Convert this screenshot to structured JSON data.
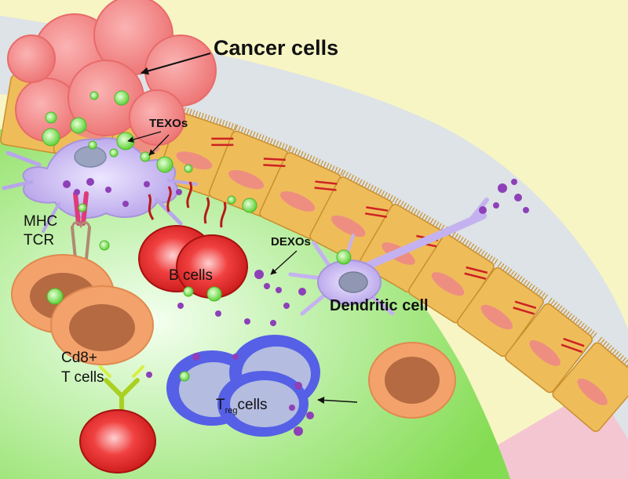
{
  "diagram": {
    "labels": {
      "cancer_cells": "Cancer cells",
      "texos": "TEXOs",
      "mhc": "MHC",
      "tcr": "TCR",
      "b_cells": "B cells",
      "dexos": "DEXOs",
      "dendritic_cell": "Dendritic cell",
      "cd8_line1": "Cd8+",
      "cd8_line2": "T cells",
      "treg_main": "T",
      "treg_sub": "reg",
      "treg_suffix": "cells"
    },
    "colors": {
      "background": "#f7f5c4",
      "vessel_wall": "#dde3e6",
      "lower_tissue": "#f4c6d2",
      "lumen": "#88dd55",
      "epithelium": "#efbc5a",
      "epithelium_nucleus": "#ee8e80",
      "tight_junction": "#cc2222",
      "cancer_cell": "#f27d7d",
      "exosome_green": "#7ae055",
      "exosome_purple": "#8e40b8",
      "dendritic_cell": "#c4b2f0",
      "t_cell": "#f3a26b",
      "t_cell_nucleus": "#b56a42",
      "b_cell": "#ee3030",
      "treg_cell": "#5560e6",
      "mhc": "#dd3b7a",
      "tcr": "#b08a70",
      "antibody": "#aad022"
    }
  }
}
